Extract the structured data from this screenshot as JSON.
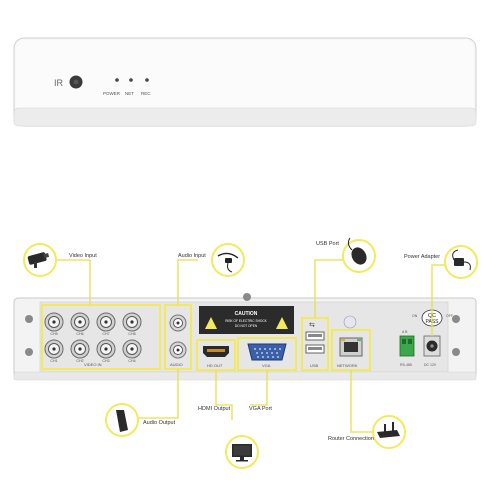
{
  "front_panel": {
    "ir_label": "IR",
    "indicators": [
      {
        "label": "POWER"
      },
      {
        "label": "NET"
      },
      {
        "label": "REC"
      }
    ]
  },
  "rear_panel": {
    "caution": {
      "title": "CAUTION",
      "line1": "RISK OF ELECTRIC SHOCK",
      "line2": "DO NOT OPEN"
    },
    "video_in_label": "VIDEO IN",
    "channels": [
      "CH5",
      "CH6",
      "CH7",
      "CH8",
      "CH1",
      "CH2",
      "CH3",
      "CH4"
    ],
    "audio_label": "AUDIO",
    "hd_out_label": "HD OUT",
    "vga_label": "VGA",
    "usb_label": "USB",
    "network_label": "NETWORK",
    "rs485_label": "RS-485",
    "dc_label": "DC 12V",
    "power_on": "ON",
    "power_off": "OFF",
    "qc_badge": {
      "line1": "QC",
      "line2": "PASS"
    },
    "ab_label": "A B"
  },
  "callouts": {
    "video_input": "Video Input",
    "audio_input": "Audio Input",
    "usb_port": "USB Port",
    "power_adapter": "Power Adapter",
    "audio_output": "Audio Output",
    "hdmi_output": "HDMI Output",
    "vga_port": "VGA Port",
    "router_connection": "Router Connection"
  },
  "colors": {
    "highlight": "#f2ea5c",
    "callout_line": "#e8e04a",
    "panel": "#eeeeee",
    "body": "#f6f6f6"
  }
}
